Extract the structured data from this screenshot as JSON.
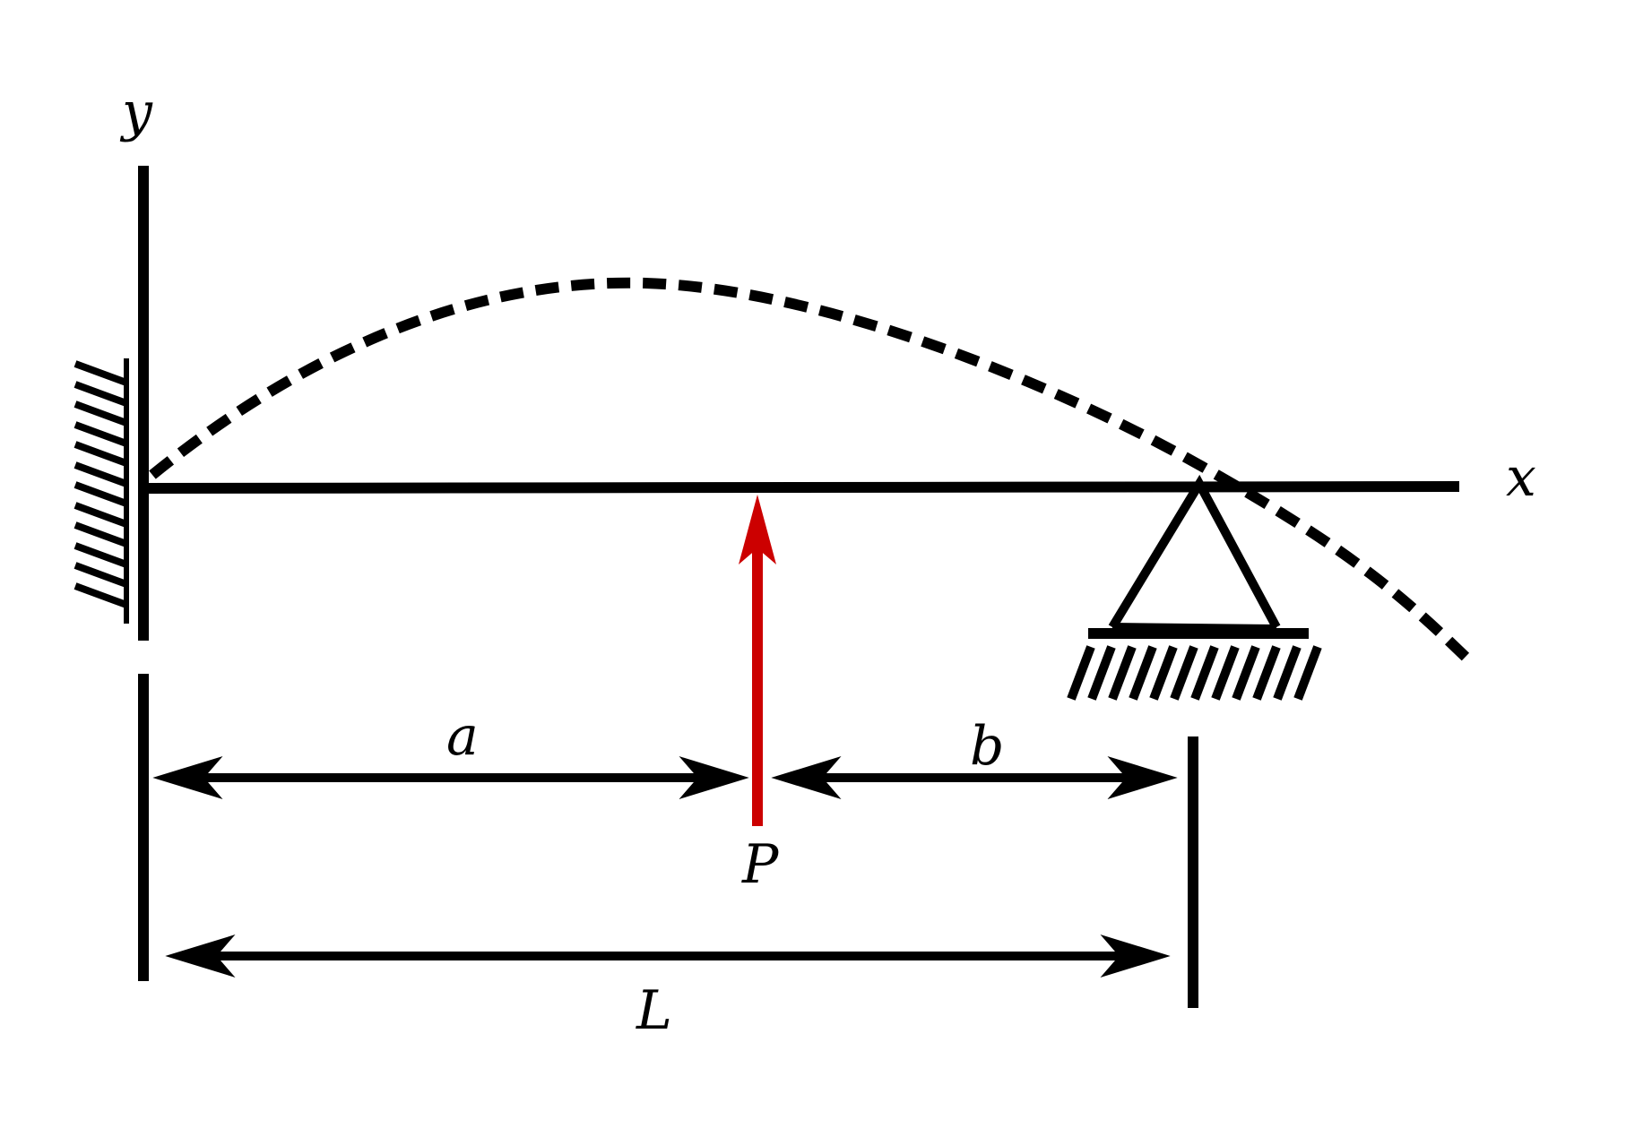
{
  "labels": {
    "y_axis": "y",
    "x_axis": "x",
    "dim_a": "a",
    "dim_b": "b",
    "force": "P",
    "dim_L": "L"
  },
  "colors": {
    "ink": "#000000",
    "force": "#cc0000",
    "background": "#ffffff"
  }
}
